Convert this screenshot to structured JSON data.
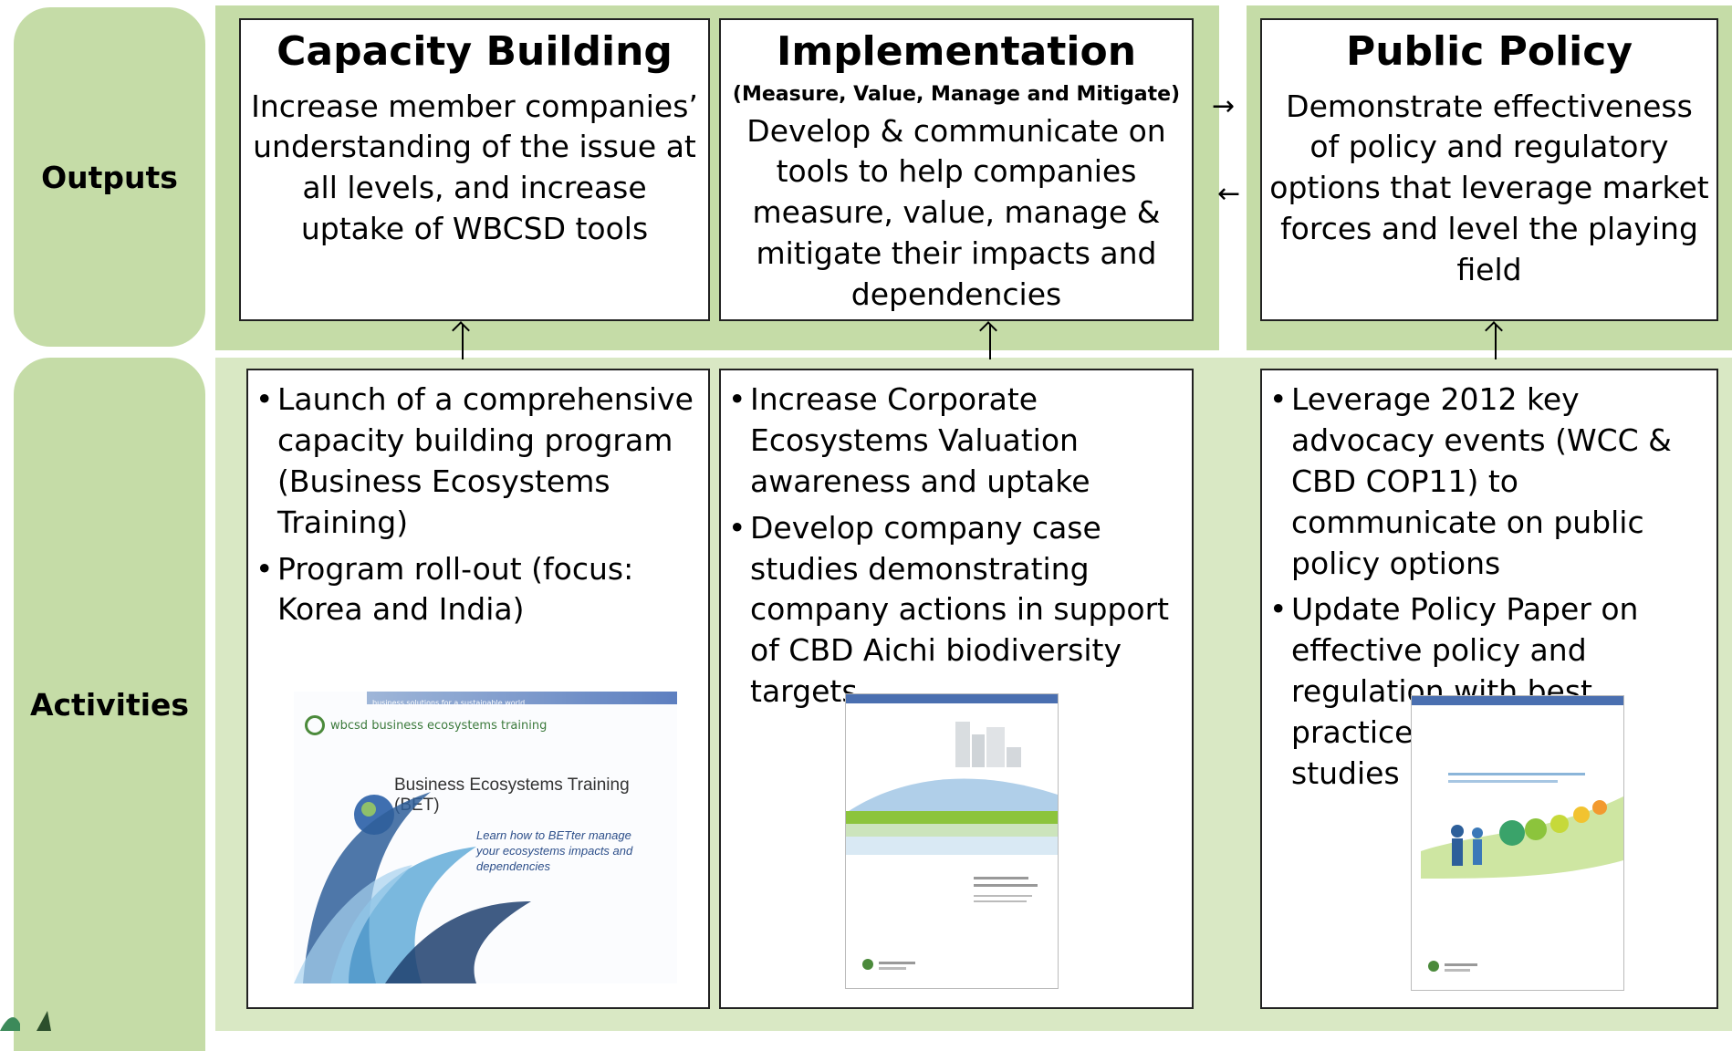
{
  "side_labels": {
    "outputs": "Outputs",
    "activities": "Activities"
  },
  "outputs": [
    {
      "title": "Capacity Building",
      "subtitle": "",
      "body": "Increase member companies’ understanding of the issue at all levels, and increase uptake of WBCSD tools"
    },
    {
      "title": "Implementation",
      "subtitle": "(Measure, Value, Manage and Mitigate)",
      "body": "Develop & communicate on tools to help companies measure, value, manage & mitigate their impacts and dependencies"
    },
    {
      "title": "Public Policy",
      "subtitle": "",
      "body": "Demonstrate effectiveness of policy and regulatory options that leverage market forces and level the playing field"
    }
  ],
  "activities": [
    {
      "bullets": [
        "Launch of a comprehensive capacity building program (Business Ecosystems Training)",
        "Program roll-out (focus: Korea and India)"
      ]
    },
    {
      "bullets": [
        "Increase Corporate Ecosystems Valuation awareness and uptake",
        "Develop company case studies demonstrating company actions in support of CBD Aichi biodiversity targets"
      ]
    },
    {
      "bullets": [
        "Leverage 2012 key advocacy events (WCC & CBD COP11) to communicate on public policy options",
        "Update Policy Paper on effective policy and regulation with best practice policy case studies"
      ]
    }
  ],
  "bet_thumbnail": {
    "strip_text": "business solutions for a sustainable world",
    "logo_text": "wbcsd business ecosystems training",
    "title": "Business Ecosystems Training (BET)",
    "tagline": "Learn how to BETter manage your ecosystems impacts and dependencies"
  },
  "arrow_glyphs": {
    "right": "→",
    "left": "←"
  },
  "bullet_glyph": "•",
  "colors": {
    "band": "#c5dca7",
    "band_light": "#d9e8c4",
    "box_border": "#222222"
  }
}
